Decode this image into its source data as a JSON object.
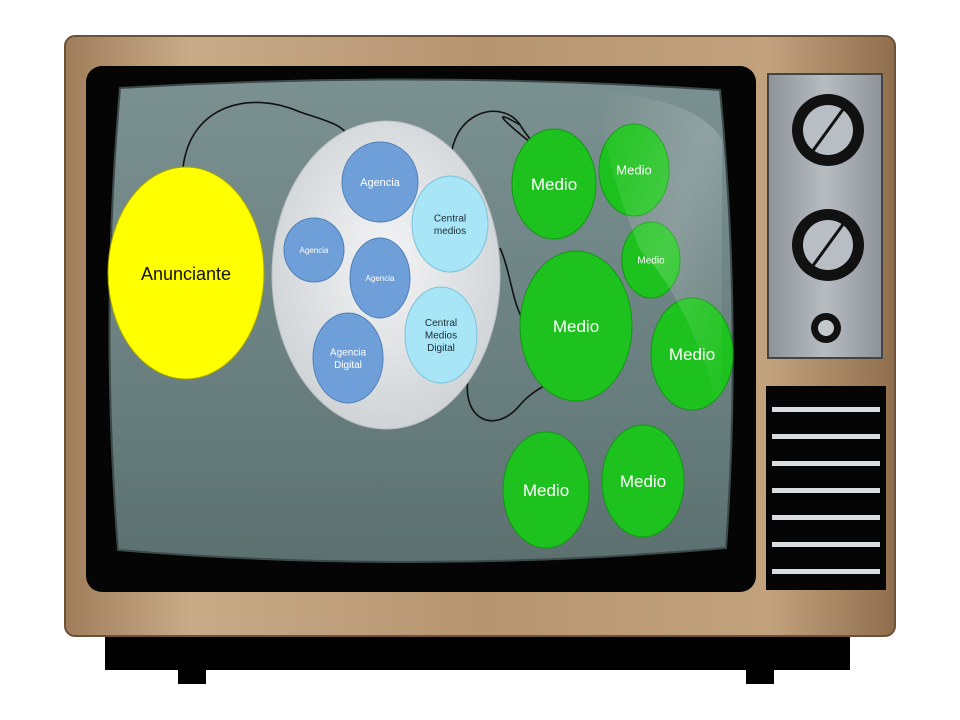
{
  "colors": {
    "tv_body": "#b08f6c",
    "tv_bezel": "#050505",
    "screen": "#6f8585",
    "advertiser": "#ffff00",
    "agency": "#6f9fd8",
    "media_central": "#a8e6f7",
    "media_outlet": "#1ec21e",
    "agency_group": "#e0e3e5",
    "connector": "#111111"
  },
  "advertiser": {
    "label": "Anunciante"
  },
  "agencies": [
    {
      "id": "agencia-top",
      "lines": [
        "Agencia"
      ]
    },
    {
      "id": "agencia-left",
      "lines": [
        "Agencia"
      ]
    },
    {
      "id": "agencia-mid",
      "lines": [
        "Agencia"
      ]
    },
    {
      "id": "central-medios",
      "lines": [
        "Central",
        "medios"
      ]
    },
    {
      "id": "agencia-digital",
      "lines": [
        "Agencia",
        "Digital"
      ]
    },
    {
      "id": "central-medios-digital",
      "lines": [
        "Central",
        "Medios",
        "Digital"
      ]
    }
  ],
  "media": [
    {
      "id": "medio-1",
      "label": "Medio"
    },
    {
      "id": "medio-2",
      "label": "Medio"
    },
    {
      "id": "medio-3",
      "label": "Medio"
    },
    {
      "id": "medio-4",
      "label": "Medio"
    },
    {
      "id": "medio-5",
      "label": "Medio"
    },
    {
      "id": "medio-6",
      "label": "Medio"
    },
    {
      "id": "medio-7",
      "label": "Medio"
    }
  ],
  "tv": {
    "knob_icons": [
      "dial-knob-icon",
      "dial-knob-icon",
      "power-button-icon"
    ],
    "speaker_icon": "speaker-grille-icon"
  }
}
